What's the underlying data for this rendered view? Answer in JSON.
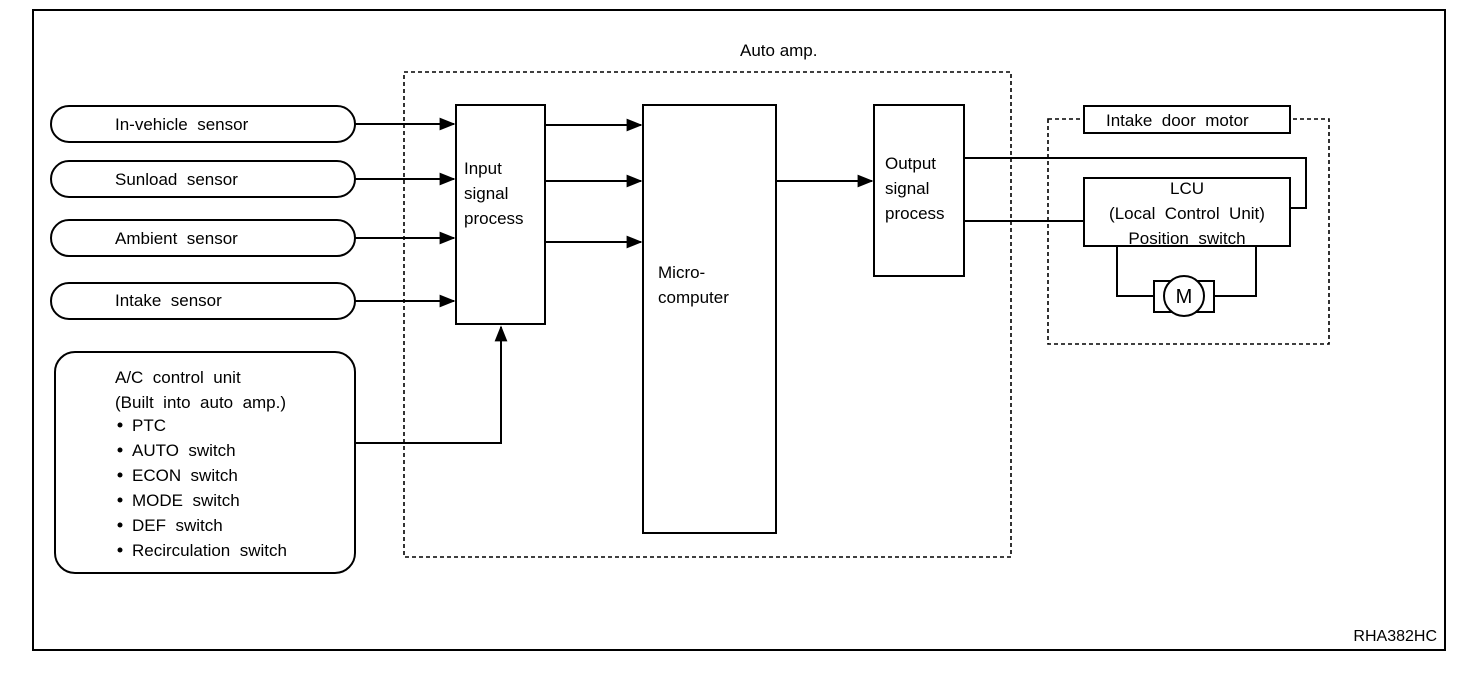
{
  "diagram": {
    "auto_amp_label": "Auto amp.",
    "sensors": [
      {
        "label": "In-vehicle  sensor"
      },
      {
        "label": "Sunload  sensor"
      },
      {
        "label": "Ambient  sensor"
      },
      {
        "label": "Intake  sensor"
      }
    ],
    "ac_control_unit": {
      "title_lines": [
        "A/C  control  unit",
        "(Built  into  auto  amp.)"
      ],
      "items": [
        "PTC",
        "AUTO  switch",
        "ECON  switch",
        "MODE  switch",
        "DEF  switch",
        "Recirculation  switch"
      ]
    },
    "input_signal_process": [
      "Input",
      "signal",
      "process"
    ],
    "microcomputer": [
      "Micro-",
      "computer"
    ],
    "output_signal_process": [
      "Output",
      "signal",
      "process"
    ],
    "intake_door_motor": {
      "label": "Intake  door  motor",
      "lcu_lines": [
        "LCU",
        "(Local  Control  Unit)",
        "Position  switch"
      ],
      "motor_symbol": "M"
    },
    "figure_code": "RHA382HC"
  }
}
